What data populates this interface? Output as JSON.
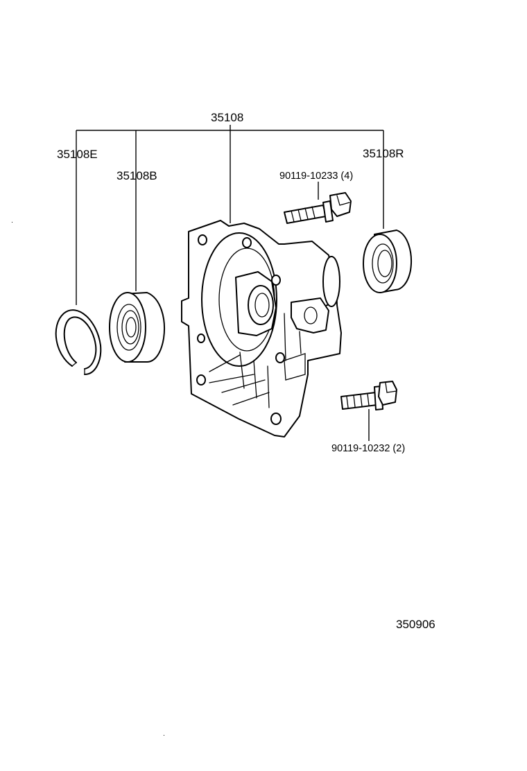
{
  "labels": {
    "assembly": "35108",
    "snap_ring": "35108E",
    "bearing": "35108B",
    "oil_seal": "35108R",
    "bolt_upper": "90119-10233 (4)",
    "bolt_lower": "90119-10232 (2)",
    "figure_number": "350906"
  }
}
